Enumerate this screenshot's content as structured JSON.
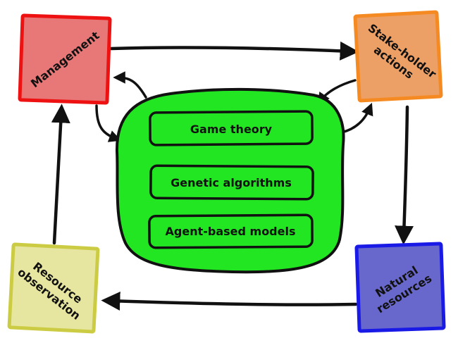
{
  "nodes": {
    "management": {
      "label": "Management",
      "fill": "#e87878",
      "stroke": "#ee1111"
    },
    "stakeholder": {
      "line1": "Stake-holder",
      "line2": "actions",
      "fill": "#eda066",
      "stroke": "#f58a22"
    },
    "natural": {
      "line1": "Natural",
      "line2": "resources",
      "fill": "#6868cc",
      "stroke": "#1a1ae6"
    },
    "observation": {
      "line1": "Resource",
      "line2": "observation",
      "fill": "#e6e6a0",
      "stroke": "#cccc44"
    }
  },
  "center": {
    "fill": "#22e622",
    "stroke": "#111111",
    "items": [
      "Game theory",
      "Genetic algorithms",
      "Agent-based models"
    ]
  }
}
